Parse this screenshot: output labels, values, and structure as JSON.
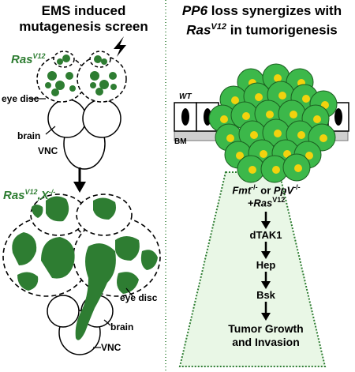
{
  "left_panel": {
    "title_line1": "EMS induced",
    "title_line2": "mutagenesis screen",
    "top_genotype": {
      "gene": "Ras",
      "allele": "V12"
    },
    "bottom_genotype": {
      "gene": "Ras",
      "allele": "V12",
      "suffix": ",X",
      "suffix_sup": "-/-"
    },
    "labels": {
      "eye_disc": "eye disc",
      "brain": "brain",
      "vnc": "VNC"
    },
    "icons": [
      "lightning-bolt-icon",
      "down-arrow-icon"
    ]
  },
  "right_panel": {
    "title_line1_prefix": "PP6",
    "title_line1_rest": " loss synergizes with",
    "title_line2_gene": "Ras",
    "title_line2_sup": "V12",
    "title_line2_rest": " in tumorigenesis",
    "wt_label": "WT",
    "bm_label": "BM",
    "genotype": {
      "a": "Fmt",
      "a_sup": "-/-",
      "or": " or ",
      "b": "PpV",
      "b_sup": "-/-",
      "plus": "+Ras",
      "plus_sup": "V12"
    },
    "pathway": [
      "dTAK1",
      "Hep",
      "Bsk"
    ],
    "outcome_line1": "Tumor Growth",
    "outcome_line2": "and Invasion"
  },
  "colors": {
    "tumor_green": "#2e7d32",
    "cell_green": "#3cb84a",
    "nucleus_yellow": "#f2d20e",
    "cone_fill": "#e9f7e6",
    "membrane_gray": "#cfcfcf"
  }
}
